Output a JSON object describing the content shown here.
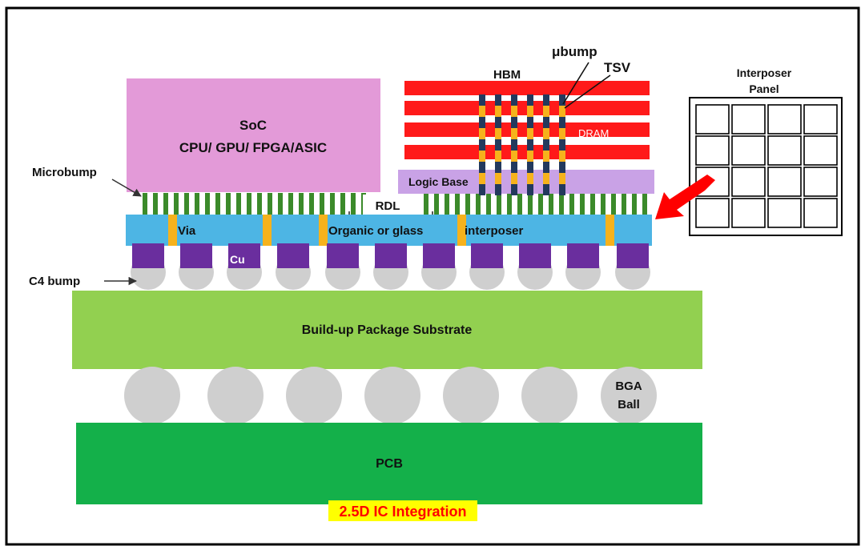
{
  "colors": {
    "soc": "#e39ad8",
    "interposer": "#4db5e4",
    "via": "#f6b21c",
    "cu": "#6a2e9e",
    "bump": "#cfcfcf",
    "microbump": "#3b8a2a",
    "substrate": "#92d050",
    "pcb": "#14b04a",
    "hbm_red": "#ff1a1a",
    "logic_base": "#c9a2e6",
    "tsv_dark": "#23395d",
    "arrow": "#ff0000",
    "title_bg": "#ffff00",
    "title_text": "#ff0000"
  },
  "labels": {
    "soc_line1": "SoC",
    "soc_line2": "CPU/ GPU/ FPGA/ASIC",
    "hbm": "HBM",
    "ubump": "μbump",
    "tsv": "TSV",
    "dram": "DRAM",
    "logic_base": "Logic Base",
    "microbump": "Microbump",
    "rdl": "RDL",
    "via": "Via",
    "interposer_part1": "Organic or glass",
    "interposer_part2": "interposer",
    "cu": "Cu",
    "c4_bump": "C4 bump",
    "substrate": "Build-up Package Substrate",
    "bga_line1": "BGA",
    "bga_line2": "Ball",
    "pcb": "PCB",
    "title": "2.5D IC Integration",
    "panel_line1": "Interposer",
    "panel_line2": "Panel"
  }
}
